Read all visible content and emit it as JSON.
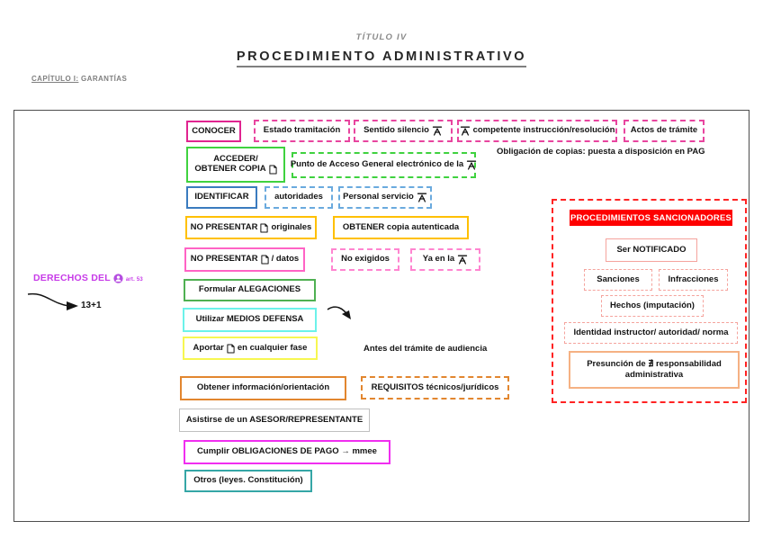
{
  "header": {
    "supertitle": "TÍTULO IV",
    "title": "PROCEDIMIENTO ADMINISTRATIVO",
    "chapter_label": "CAPÍTULO I:",
    "chapter_value": "GARANTÍAS"
  },
  "derechos": {
    "label": "DERECHOS DEL",
    "article": "art. 53",
    "count": "13+1"
  },
  "rights": {
    "conocer": "CONOCER",
    "estado": "Estado tramitación",
    "sentido": "Sentido silencio",
    "competente": "competente instrucción/resolución",
    "actos": "Actos de trámite",
    "acceder_line1": "ACCEDER/",
    "acceder_line2": "OBTENER COPIA",
    "punto": "Punto de Acceso General electrónico de la",
    "obligacion": "Obligación de copias: puesta a disposición en PAG",
    "identificar": "IDENTIFICAR",
    "autoridades": "autoridades",
    "personal": "Personal servicio",
    "nopresentar_orig_pre": "NO PRESENTAR",
    "nopresentar_orig_post": "originales",
    "obtener_copia": "OBTENER copia autenticada",
    "nopresentar_datos_pre": "NO PRESENTAR",
    "nopresentar_datos_post": "/ datos",
    "no_exigidos": "No exigidos",
    "ya_en_la": "Ya en la",
    "formular": "Formular ALEGACIONES",
    "medios": "Utilizar MEDIOS DEFENSA",
    "aportar_pre": "Aportar",
    "aportar_post": "en cualquier fase",
    "antes": "Antes del trámite de audiencia",
    "obtener_info": "Obtener información/orientación",
    "requisitos": "REQUISITOS técnicos/jurídicos",
    "asesor": "Asistirse de un ASESOR/REPRESENTANTE",
    "pago": "Cumplir OBLIGACIONES DE PAGO → mmee",
    "otros": "Otros (leyes. Constitución)"
  },
  "sancionadores": {
    "title": "PROCEDIMIENTOS SANCIONADORES",
    "notificado": "Ser NOTIFICADO",
    "sanciones": "Sanciones",
    "infracciones": "Infracciones",
    "hechos": "Hechos (imputación)",
    "identidad": "Identidad instructor/ autoridad/ norma",
    "presuncion_line1": "Presunción de ∄ responsabilidad",
    "presuncion_line2": "administrativa"
  },
  "icons": {
    "administracion_icon": "bench glyph Ā meaning Administración",
    "document_icon": "page with folded corner",
    "interesado_icon": "purple person badge",
    "arrow_icon": "curved black arrow"
  },
  "colors": {
    "pink": "#e02490",
    "green": "#3fd23f",
    "blue": "#3a7bbf",
    "gold": "#ffc000",
    "hotpink": "#ff63c5",
    "cyan": "#6cf2ea",
    "yellow": "#f7f751",
    "orange": "#e2862f",
    "magenta": "#f02ef0",
    "teal": "#35a6a6",
    "red": "#fe0000",
    "salmon": "#f5a39d",
    "presuncion_orange": "#f5b183",
    "derechos_violet": "#c73ae8"
  }
}
